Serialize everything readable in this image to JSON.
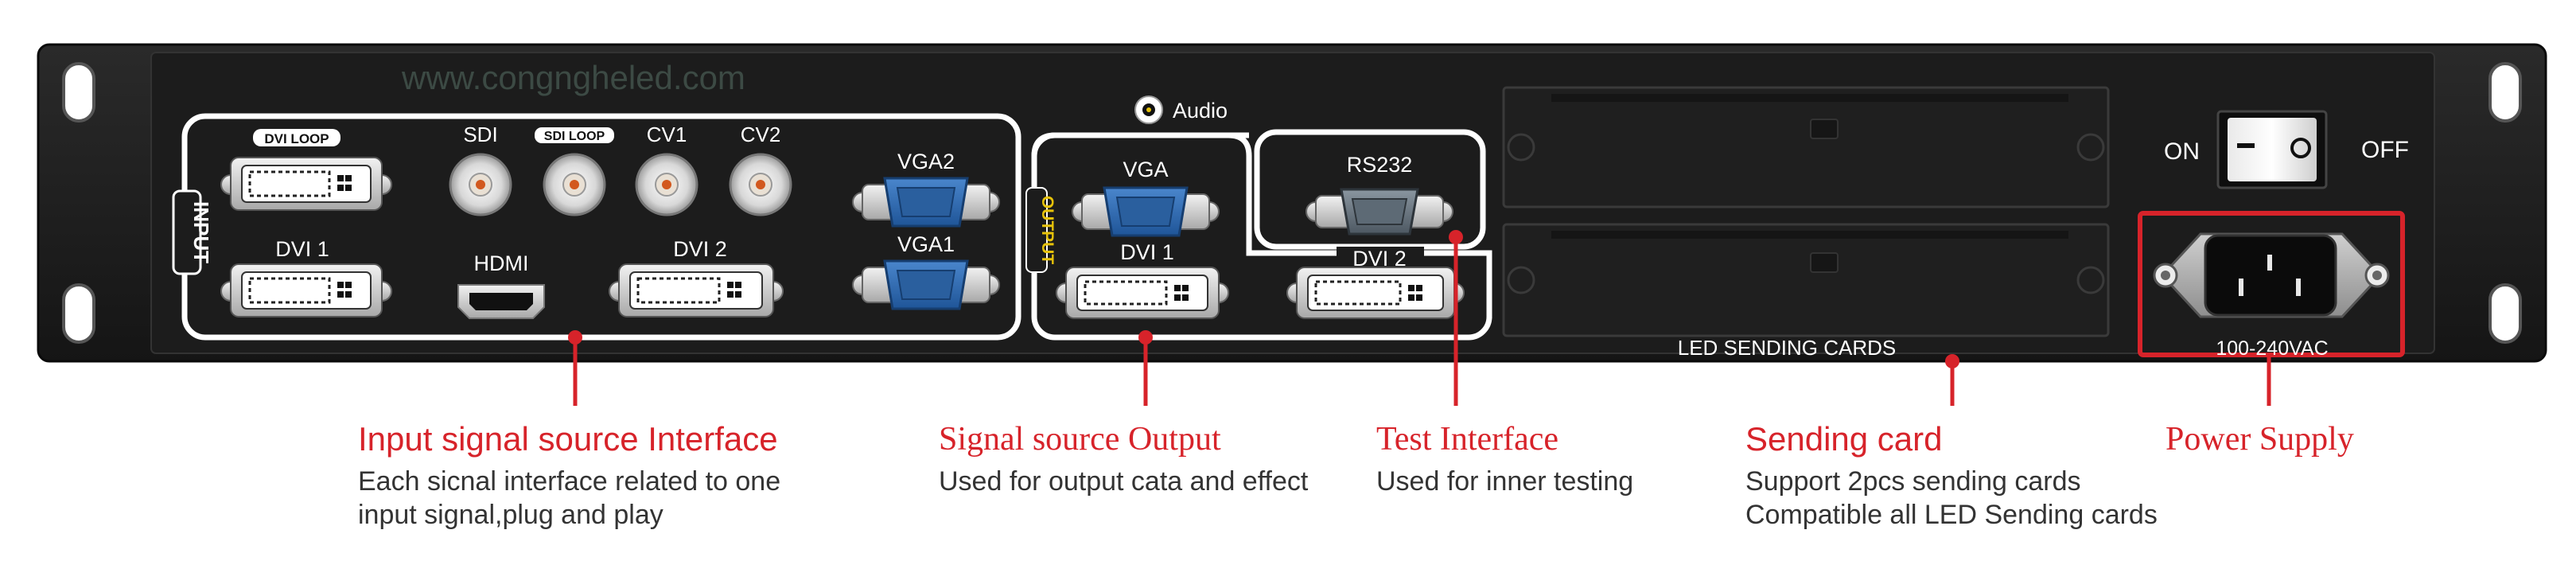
{
  "watermark": "www.congngheled.com",
  "panel": {
    "input_label": "INPUT",
    "output_label": "OUTPUT",
    "ports": {
      "dvi_loop": "DVI LOOP",
      "dvi1_in": "DVI 1",
      "sdi": "SDI",
      "sdi_loop": "SDI LOOP",
      "cv1": "CV1",
      "cv2": "CV2",
      "hdmi": "HDMI",
      "dvi2_in": "DVI 2",
      "vga2": "VGA2",
      "vga1": "VGA1",
      "audio": "Audio",
      "vga_out": "VGA",
      "dvi1_out": "DVI 1",
      "rs232": "RS232",
      "dvi2_out": "DVI 2"
    },
    "sending_cards_label": "LED SENDING CARDS",
    "switch_on": "ON",
    "switch_off": "OFF",
    "power_rating": "100-240VAC"
  },
  "callouts": {
    "input": {
      "title": "Input signal source Interface",
      "desc1": "Each sicnal interface related to one",
      "desc2": "input signal,plug and play"
    },
    "output": {
      "title": "Signal source Output",
      "desc1": "Used for output cata and effect"
    },
    "test": {
      "title": "Test Interface",
      "desc1": "Used for inner testing"
    },
    "sending": {
      "title": "Sending card",
      "desc1": "Support 2pcs sending cards",
      "desc2": "Compatible all LED Sending cards"
    },
    "power": {
      "title": "Power Supply"
    }
  },
  "colors": {
    "accent": "#d7232a",
    "panel": "#1e1e1e",
    "vga_blue": "#2f6db3",
    "rs232_grey": "#6c7a86"
  }
}
